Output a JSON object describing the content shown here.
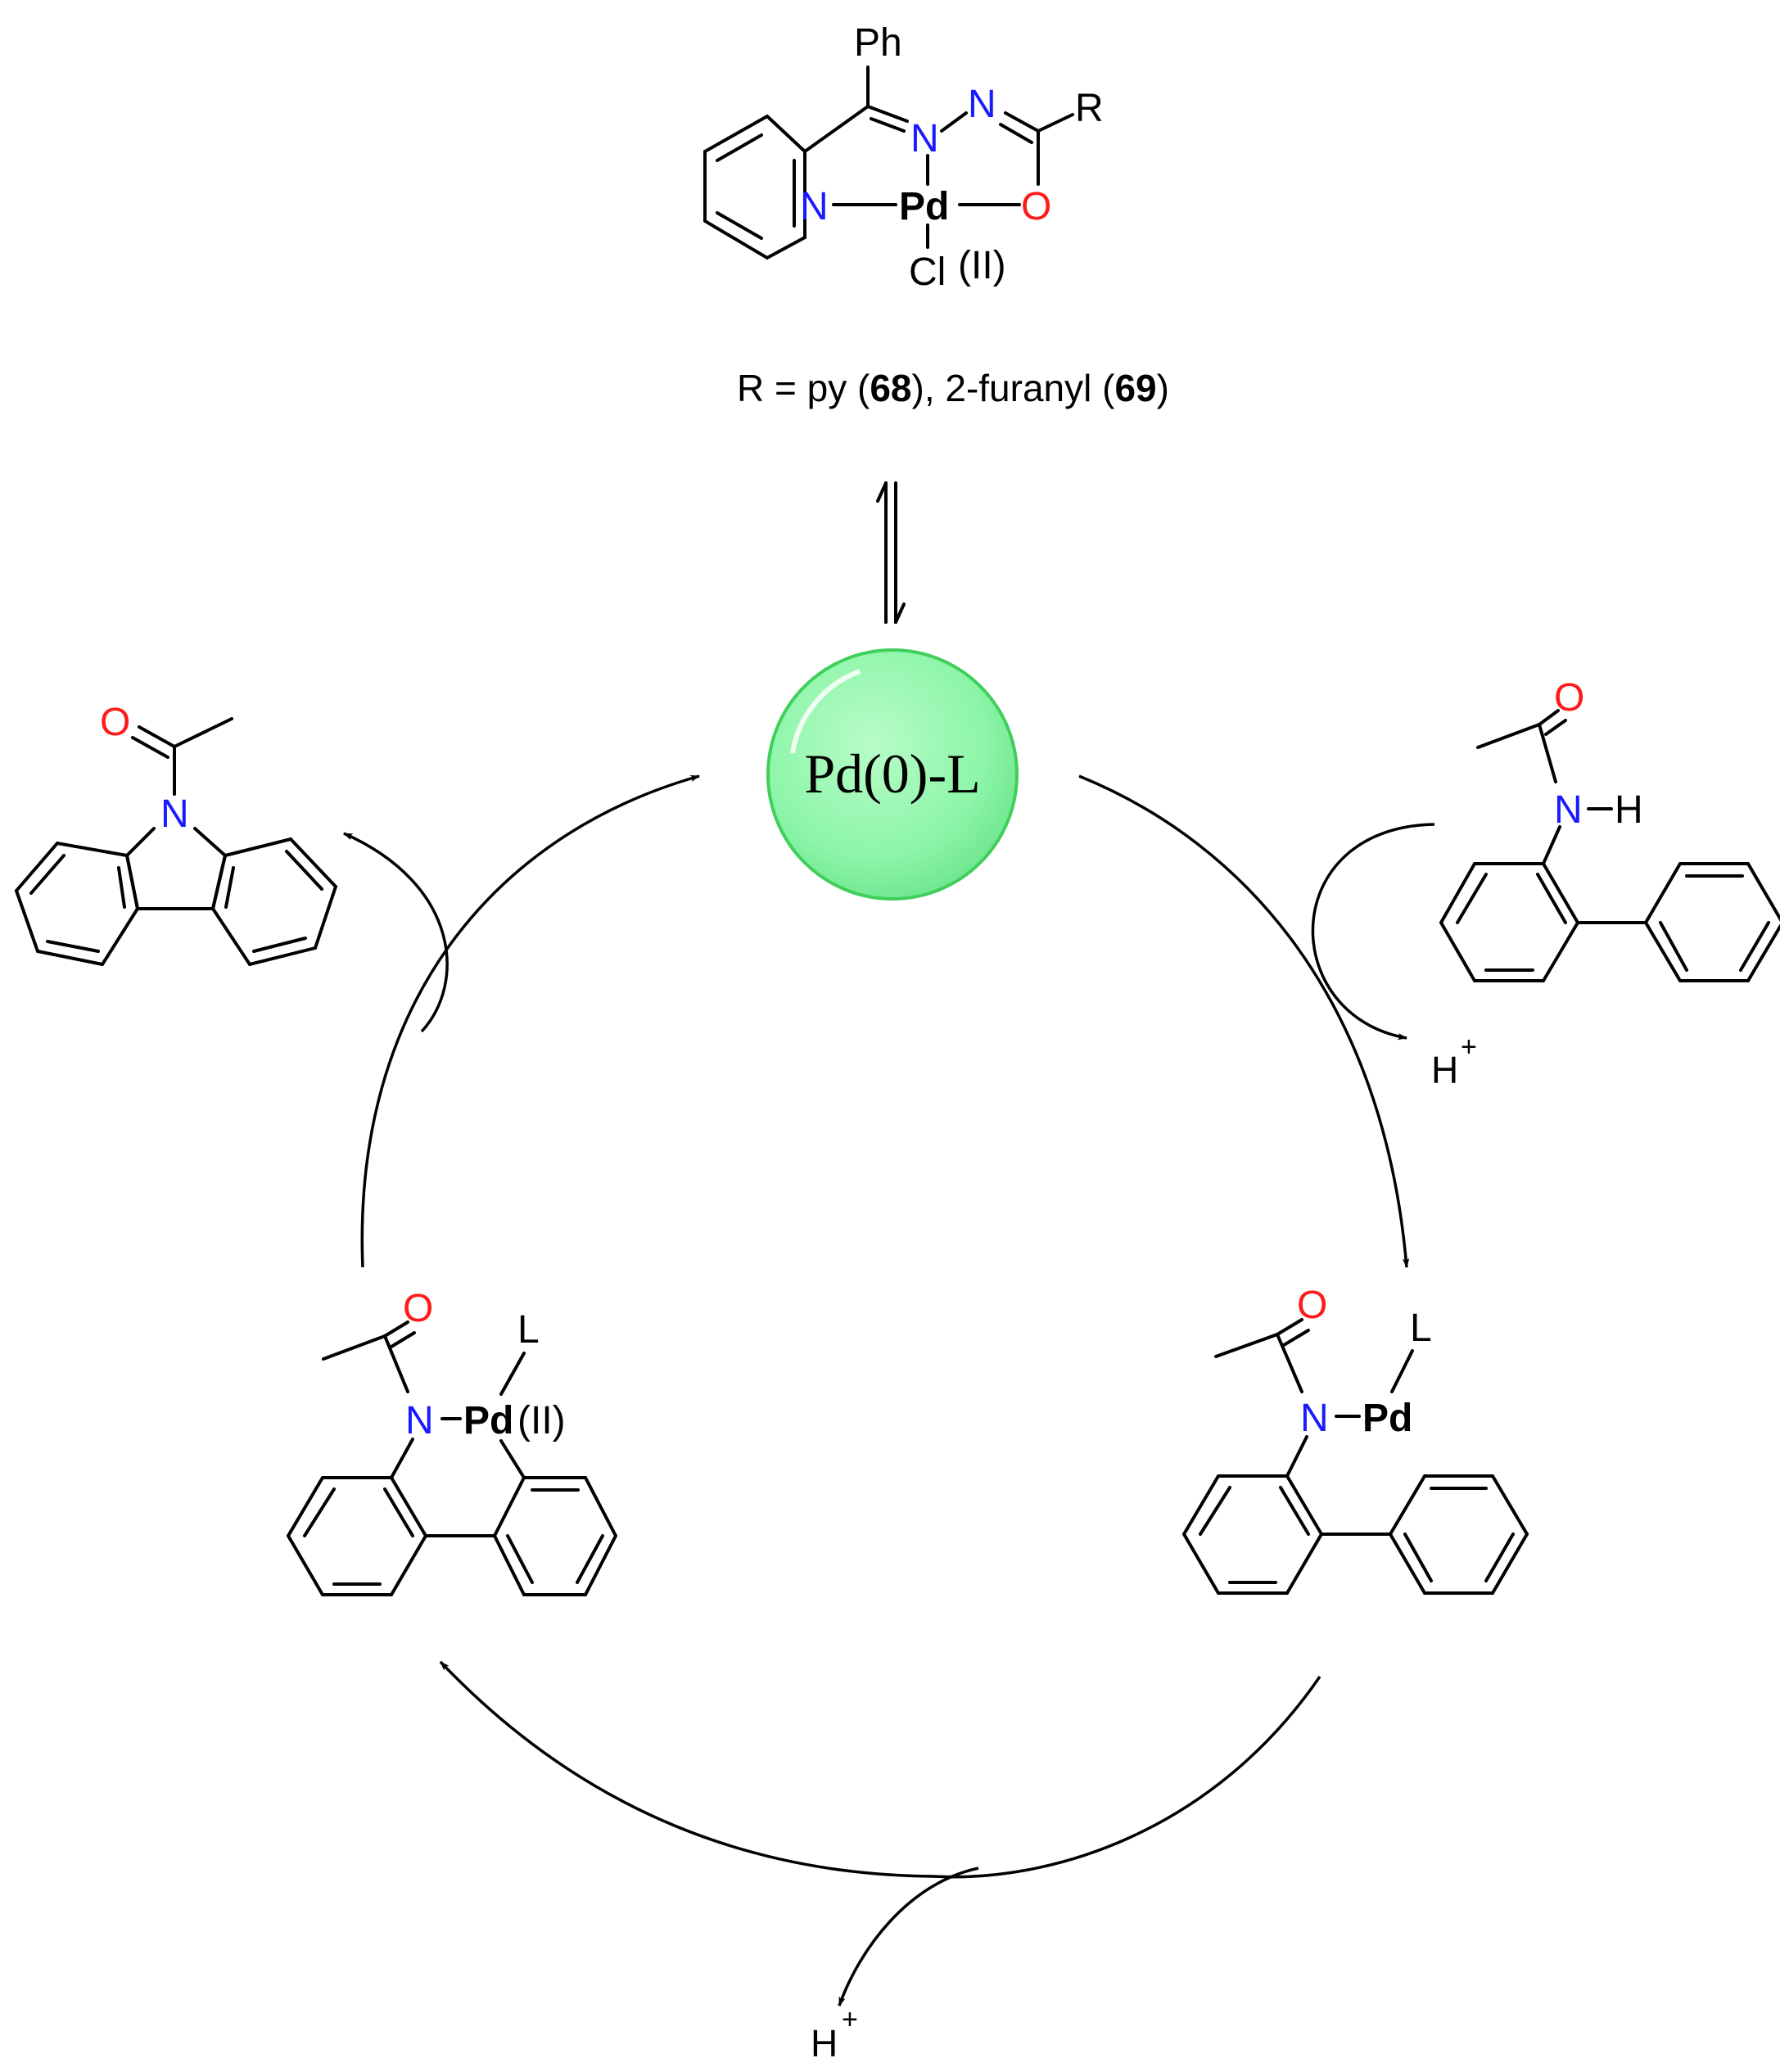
{
  "colors": {
    "nitrogen": "#1a1aff",
    "oxygen": "#ff1a1a",
    "carbon": "#000000",
    "catalyst_fill": "#8cf5a8",
    "catalyst_stroke": "#3fcf5a"
  },
  "precatalyst": {
    "ph": "Ph",
    "r": "R",
    "n_imine": "N",
    "n_hydrazone": "N",
    "n_pyridine": "N",
    "pd": "Pd",
    "o": "O",
    "cl": "Cl",
    "oxidation": "(II)",
    "caption_prefix": "R = py (",
    "caption_68": "68",
    "caption_mid": "), 2-furanyl (",
    "caption_69": "69",
    "caption_suffix": ")"
  },
  "catalyst": {
    "label": "Pd(0)-L"
  },
  "substrate": {
    "o": "O",
    "n": "N",
    "h": "H"
  },
  "proton_top": {
    "h": "H",
    "plus": "+"
  },
  "pd_amido": {
    "o": "O",
    "n": "N",
    "pd": "Pd",
    "l": "L"
  },
  "palladacycle": {
    "o": "O",
    "n": "N",
    "pd": "Pd",
    "l": "L",
    "oxidation": "(II)"
  },
  "proton_bottom": {
    "h": "H",
    "plus": "+"
  },
  "product": {
    "o": "O",
    "n": "N"
  }
}
